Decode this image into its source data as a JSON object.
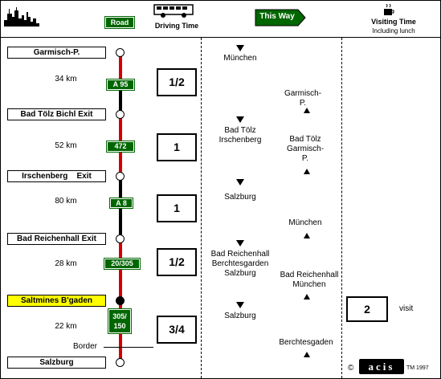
{
  "header": {
    "road_label": "Road",
    "driving_time_label": "Driving Time",
    "this_way_label": "This Way",
    "visiting_time_label": "Visiting Time",
    "including_lunch_label": "Including lunch"
  },
  "stops": [
    {
      "label": "Garmisch-P."
    },
    {
      "label": "Bad Tölz Bichl Exit"
    },
    {
      "label": "Irschenberg    Exit"
    },
    {
      "label": "Bad Reichenhall Exit"
    },
    {
      "label": "Saltmines B'gaden"
    },
    {
      "label": "Salzburg"
    }
  ],
  "segments": [
    {
      "km": "34 km",
      "road": "A 95",
      "time": "1/2"
    },
    {
      "km": "52 km",
      "road": "472",
      "time": "1"
    },
    {
      "km": "80 km",
      "road": "A 8",
      "time": "1"
    },
    {
      "km": "28 km",
      "road": "20/305",
      "time": "1/2"
    },
    {
      "km": "22 km",
      "road": "305/\n150",
      "time": "3/4"
    }
  ],
  "border_label": "Border",
  "this_way_down": [
    "München",
    "Bad Tölz\nIrschenberg",
    "Salzburg",
    "Bad Reichenhall\nBerchtesgarden\nSalzburg",
    "Salzburg"
  ],
  "this_way_up": [
    "Garmisch-\nP.",
    "Bad Tölz\nGarmisch-\nP.",
    "München",
    "Bad Reichenhall\nMünchen",
    "Berchtesgaden"
  ],
  "visit": {
    "time": "2",
    "label": "visit"
  },
  "footer": {
    "copyright": "©",
    "logo": "acis",
    "tm_year": "TM 1997"
  },
  "colors": {
    "road_green": "#006600",
    "route_red": "#d40000",
    "highlight_yellow": "#ffff00"
  }
}
